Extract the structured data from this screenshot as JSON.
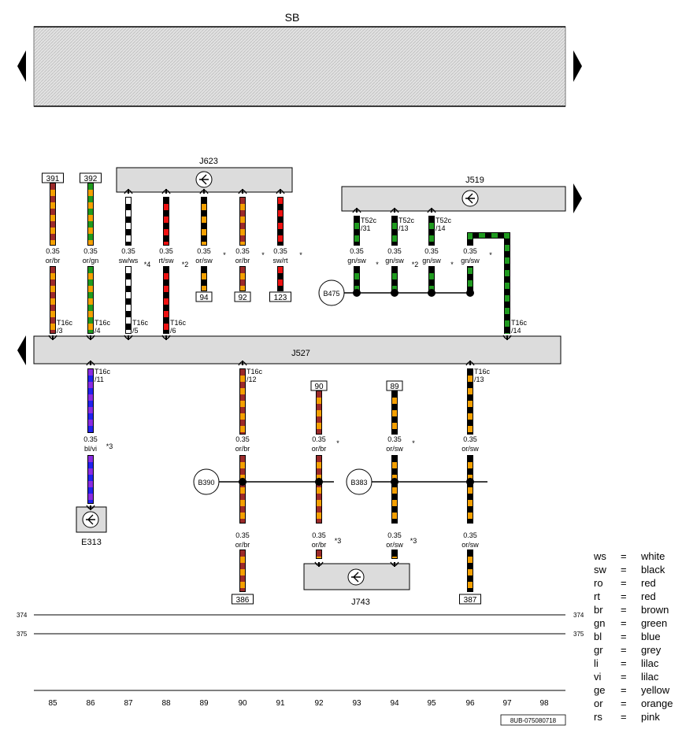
{
  "top_bus": {
    "label": "SB"
  },
  "modules": {
    "j623": "J623",
    "j519": "J519",
    "j527": "J527",
    "j743": "J743",
    "e313": "E313"
  },
  "ground_points": {
    "b475": "B475",
    "b390": "B390",
    "b383": "B383"
  },
  "reference_lines": {
    "l374": "374",
    "l375": "375"
  },
  "upper_wires": [
    {
      "id": "w85",
      "column": "85",
      "size": "0.35",
      "color_code": "or/br",
      "colors": [
        "#f5a000",
        "#9b2a2a"
      ],
      "top_ref": "391",
      "bottom_pin": "T16c /3",
      "note": ""
    },
    {
      "id": "w86",
      "column": "86",
      "size": "0.35",
      "color_code": "or/gn",
      "colors": [
        "#f5a000",
        "#1f9a1f"
      ],
      "top_ref": "392",
      "bottom_pin": "T16c /4",
      "note": ""
    },
    {
      "id": "w87",
      "column": "87",
      "size": "0.35",
      "color_code": "sw/ws",
      "colors": [
        "#000000",
        "#ffffff"
      ],
      "top_ref": "",
      "bottom_pin": "T16c /5",
      "note": "*4"
    },
    {
      "id": "w88",
      "column": "88",
      "size": "0.35",
      "color_code": "rt/sw",
      "colors": [
        "#ee1111",
        "#000000"
      ],
      "top_ref": "",
      "bottom_pin": "T16c /6",
      "note": "*2"
    },
    {
      "id": "w89",
      "column": "89",
      "size": "0.35",
      "color_code": "or/sw",
      "colors": [
        "#f5a000",
        "#000000"
      ],
      "bottom_ref": "94",
      "note": "*"
    },
    {
      "id": "w90",
      "column": "90",
      "size": "0.35",
      "color_code": "or/br",
      "colors": [
        "#f5a000",
        "#9b2a2a"
      ],
      "bottom_ref": "92",
      "note": "*"
    },
    {
      "id": "w91",
      "column": "91",
      "size": "0.35",
      "color_code": "sw/rt",
      "colors": [
        "#000000",
        "#ee1111"
      ],
      "bottom_ref": "123",
      "note": "*"
    },
    {
      "id": "w92",
      "column": "93",
      "size": "0.35",
      "color_code": "gn/sw",
      "colors": [
        "#1f9a1f",
        "#000000"
      ],
      "top_pin": "T52c /31",
      "note": "*"
    },
    {
      "id": "w93",
      "column": "94",
      "size": "0.35",
      "color_code": "gn/sw",
      "colors": [
        "#1f9a1f",
        "#000000"
      ],
      "top_pin": "T52c /13",
      "note": "*2"
    },
    {
      "id": "w94",
      "column": "95",
      "size": "0.35",
      "color_code": "gn/sw",
      "colors": [
        "#1f9a1f",
        "#000000"
      ],
      "top_pin": "T52c /14",
      "note": "*"
    },
    {
      "id": "w95",
      "column": "96",
      "size": "0.35",
      "color_code": "gn/sw",
      "colors": [
        "#1f9a1f",
        "#000000"
      ],
      "bottom_pin": "T16c /14",
      "note": "*"
    }
  ],
  "lower_wires": [
    {
      "id": "l86",
      "column": "86",
      "size": "0.35",
      "color_code": "bl/vi",
      "colors": [
        "#2222ee",
        "#8a2be2"
      ],
      "top_pin": "T16c /11",
      "note": "*3"
    },
    {
      "id": "l90a",
      "column": "90",
      "size": "0.35",
      "color_code": "or/br",
      "colors": [
        "#f5a000",
        "#9b2a2a"
      ],
      "top_pin": "T16c /12",
      "note": ""
    },
    {
      "id": "l90b",
      "column": "90",
      "size": "0.35",
      "color_code": "or/br",
      "colors": [
        "#f5a000",
        "#9b2a2a"
      ],
      "bottom_ref": "386",
      "note": ""
    },
    {
      "id": "l92a",
      "column": "92",
      "size": "0.35",
      "color_code": "or/br",
      "colors": [
        "#f5a000",
        "#9b2a2a"
      ],
      "top_ref": "90",
      "note": "*"
    },
    {
      "id": "l92b",
      "column": "92",
      "size": "0.35",
      "color_code": "or/br",
      "colors": [
        "#f5a000",
        "#9b2a2a"
      ],
      "note": "*3"
    },
    {
      "id": "l94a",
      "column": "94",
      "size": "0.35",
      "color_code": "or/sw",
      "colors": [
        "#f5a000",
        "#000000"
      ],
      "top_ref": "89",
      "note": "*"
    },
    {
      "id": "l94b",
      "column": "94",
      "size": "0.35",
      "color_code": "or/sw",
      "colors": [
        "#f5a000",
        "#000000"
      ],
      "note": "*3"
    },
    {
      "id": "l96a",
      "column": "96",
      "size": "0.35",
      "color_code": "or/sw",
      "colors": [
        "#f5a000",
        "#000000"
      ],
      "top_pin": "T16c /13",
      "note": ""
    },
    {
      "id": "l96b",
      "column": "96",
      "size": "0.35",
      "color_code": "or/sw",
      "colors": [
        "#f5a000",
        "#000000"
      ],
      "bottom_ref": "387",
      "note": ""
    }
  ],
  "columns": [
    "85",
    "86",
    "87",
    "88",
    "89",
    "90",
    "91",
    "92",
    "93",
    "94",
    "95",
    "96",
    "97",
    "98"
  ],
  "legend": [
    {
      "code": "ws",
      "name": "white"
    },
    {
      "code": "sw",
      "name": "black"
    },
    {
      "code": "ro",
      "name": "red"
    },
    {
      "code": "rt",
      "name": "red"
    },
    {
      "code": "br",
      "name": "brown"
    },
    {
      "code": "gn",
      "name": "green"
    },
    {
      "code": "bl",
      "name": "blue"
    },
    {
      "code": "gr",
      "name": "grey"
    },
    {
      "code": "li",
      "name": "lilac"
    },
    {
      "code": "vi",
      "name": "lilac"
    },
    {
      "code": "ge",
      "name": "yellow"
    },
    {
      "code": "or",
      "name": "orange"
    },
    {
      "code": "rs",
      "name": "pink"
    }
  ],
  "legend_eq": "=",
  "document_id": "8UB-075080718",
  "colors": {
    "module_fill": "#dcdcdc",
    "wire_outline": "#000000"
  }
}
